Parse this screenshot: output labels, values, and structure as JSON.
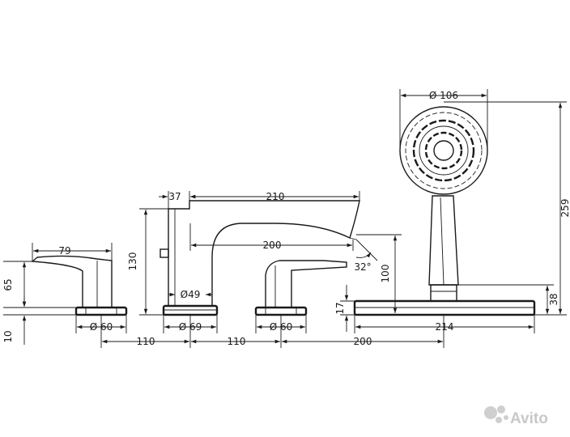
{
  "dimensions": {
    "d79": "79",
    "d65": "65",
    "d10": "10",
    "d_left_base": "Ø 60",
    "d110_left": "110",
    "d37": "37",
    "d210": "210",
    "d200_spout": "200",
    "d130": "130",
    "d49": "Ø49",
    "d69": "Ø 69",
    "d110_right": "110",
    "d_mid_base": "Ø 60",
    "angle": "32°",
    "d100": "100",
    "d17": "17",
    "d214": "214",
    "d200_bottom": "200",
    "d106": "Ø 106",
    "d259": "259",
    "d38": "38"
  },
  "watermark": {
    "brand": "Avito",
    "icon": "avito-logo-icon"
  }
}
